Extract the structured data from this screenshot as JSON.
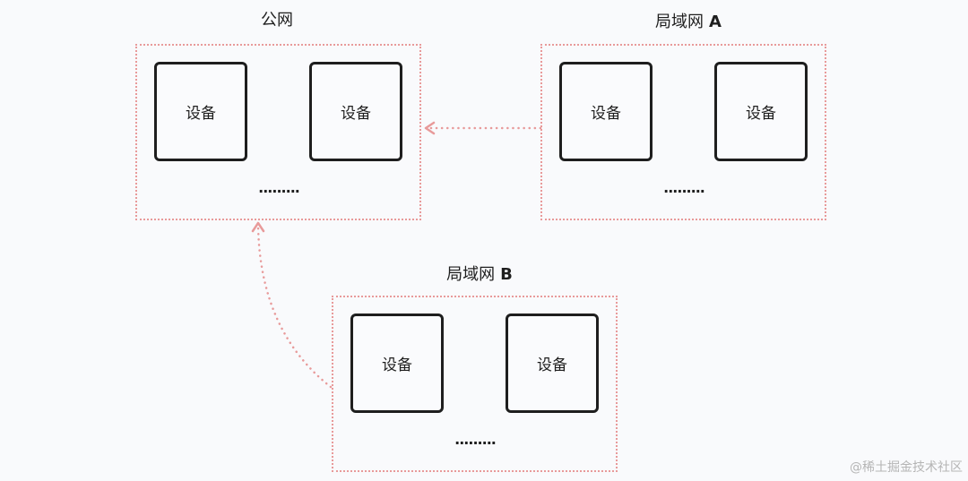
{
  "groups": {
    "public": {
      "title": "公网",
      "title_suffix": "",
      "devices": [
        "设备",
        "设备"
      ],
      "ellipsis": "........."
    },
    "lan_a": {
      "title": "局域网",
      "title_suffix": "A",
      "devices": [
        "设备",
        "设备"
      ],
      "ellipsis": "........."
    },
    "lan_b": {
      "title": "局域网",
      "title_suffix": "B",
      "devices": [
        "设备",
        "设备"
      ],
      "ellipsis": "........."
    }
  },
  "connections": [
    {
      "from": "lan_a",
      "to": "public",
      "style": "dotted",
      "color": "#e89a9a"
    },
    {
      "from": "lan_b",
      "to": "public",
      "style": "dotted",
      "color": "#e89a9a"
    }
  ],
  "watermark": "@稀土掘金技术社区"
}
